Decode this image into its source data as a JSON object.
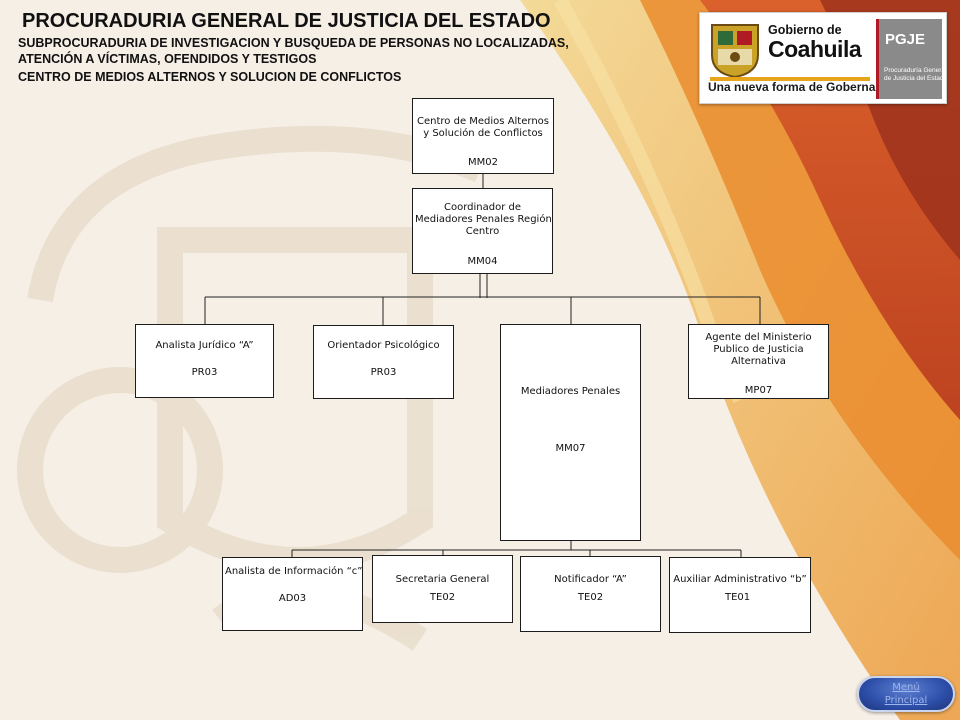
{
  "header": {
    "title": "PROCURADURIA GENERAL DE JUSTICIA DEL ESTADO",
    "subtitle_line1": "SUBPROCURADURIA DE INVESTIGACION Y BUSQUEDA DE PERSONAS NO LOCALIZADAS,",
    "subtitle_line2": "ATENCIÓN A VÍCTIMAS, OFENDIDOS Y TESTIGOS",
    "subtitle_line3": "CENTRO DE MEDIOS ALTERNOS Y SOLUCION DE CONFLICTOS"
  },
  "logo": {
    "line1": "Gobierno de",
    "line2": "Coahuila",
    "tagline": "Una nueva forma de Gobernar",
    "acronym": "PGJE",
    "small_line1": "Procuraduría General",
    "small_line2": "de Justicia del Estado"
  },
  "org": {
    "centro": {
      "line1": "Centro de Medios Alternos",
      "line2": "y Solución de Conflictos",
      "code": "MM02"
    },
    "coordinador": {
      "line1": "Coordinador  de",
      "line2": "Mediadores Penales Región",
      "line3": "Centro",
      "code": "MM04"
    },
    "analista_juridico": {
      "line1": "Analista Jurídico “A”",
      "code": "PR03"
    },
    "orientador": {
      "line1": "Orientador Psicológico",
      "code": "PR03"
    },
    "mediadores": {
      "line1": "Mediadores Penales",
      "code": "MM07"
    },
    "agente": {
      "line1": "Agente del Ministerio",
      "line2": "Publico de Justicia",
      "line3": "Alternativa",
      "code": "MP07"
    },
    "analista_info": {
      "line1": "Analista de Información “c”",
      "code": "AD03"
    },
    "secretaria": {
      "line1": "Secretaria General",
      "code": "TE02"
    },
    "notificador": {
      "line1": "Notificador “A”",
      "code": "TE02"
    },
    "auxiliar": {
      "line1": "Auxiliar Administrativo “b”",
      "code": "TE01"
    }
  },
  "nav": {
    "menu_line1": "Menú",
    "menu_line2": "Principal"
  },
  "colors": {
    "brand_red": "#b01a25",
    "brand_orange": "#e8a51c",
    "button_blue": "#2d4ea8"
  }
}
